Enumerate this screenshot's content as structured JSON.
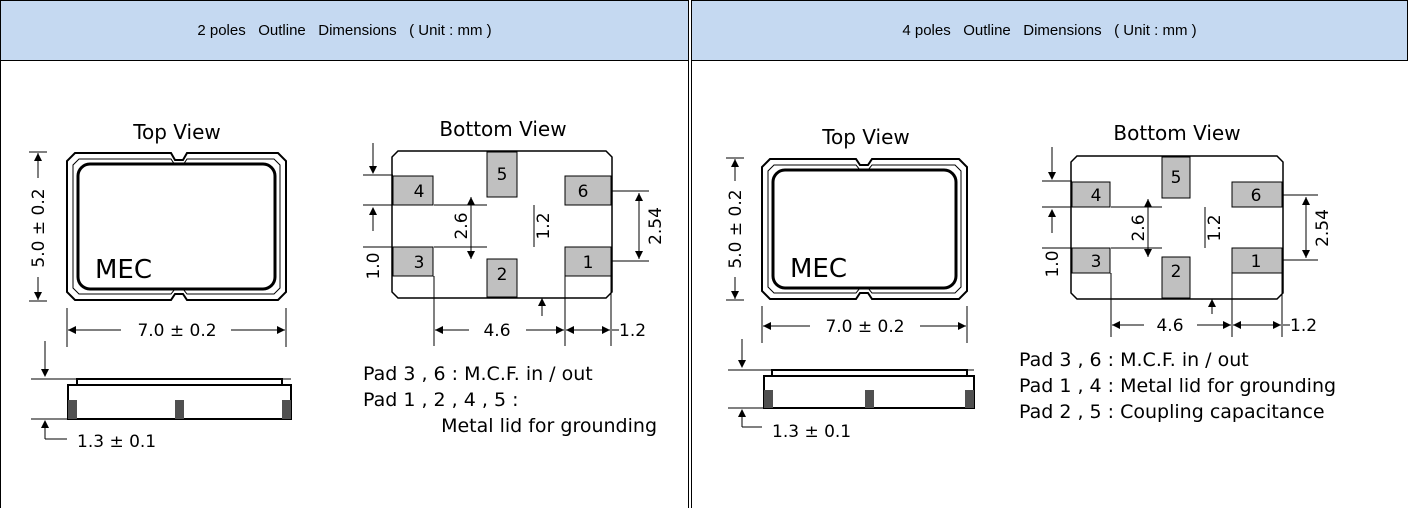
{
  "left_panel": {
    "header": "2 poles   Outline   Dimensions   ( Unit : mm )",
    "top_view_label": "Top View",
    "bottom_view_label": "Bottom View",
    "brand": "MEC",
    "dim_height": "5.0 ± 0.2",
    "dim_width": "7.0 ± 0.2",
    "dim_thickness": "1.3 ± 0.1",
    "dim_pad_pitch_v": "1.0",
    "dim_pad_span": "2.6",
    "dim_center": "1.2",
    "dim_pad_pitch_h": "4.6",
    "dim_pad_width": "1.2",
    "dim_pad_right": "2.54",
    "pads": [
      "4",
      "5",
      "6",
      "3",
      "2",
      "1"
    ],
    "notes": [
      "Pad 3 , 6 : M.C.F.  in / out",
      "Pad 1 , 2 , 4 , 5 :",
      "Metal lid for grounding"
    ]
  },
  "right_panel": {
    "header": "4 poles   Outline   Dimensions   ( Unit : mm )",
    "top_view_label": "Top View",
    "bottom_view_label": "Bottom View",
    "brand": "MEC",
    "dim_height": "5.0 ± 0.2",
    "dim_width": "7.0 ± 0.2",
    "dim_thickness": "1.3 ± 0.1",
    "dim_pad_pitch_v": "1.0",
    "dim_pad_span": "2.6",
    "dim_center": "1.2",
    "dim_pad_pitch_h": "4.6",
    "dim_pad_width": "1.2",
    "dim_pad_right": "2.54",
    "pads": [
      "4",
      "5",
      "6",
      "3",
      "2",
      "1"
    ],
    "notes": [
      "Pad 3 , 6 : M.C.F.  in / out",
      "Pad 1 , 4 : Metal lid for grounding",
      "Pad 2 , 5 : Coupling capacitance"
    ]
  },
  "colors": {
    "header_bg": "#c5d9f1",
    "pad_fill": "#c0c0c0",
    "terminal_fill": "#505050"
  }
}
